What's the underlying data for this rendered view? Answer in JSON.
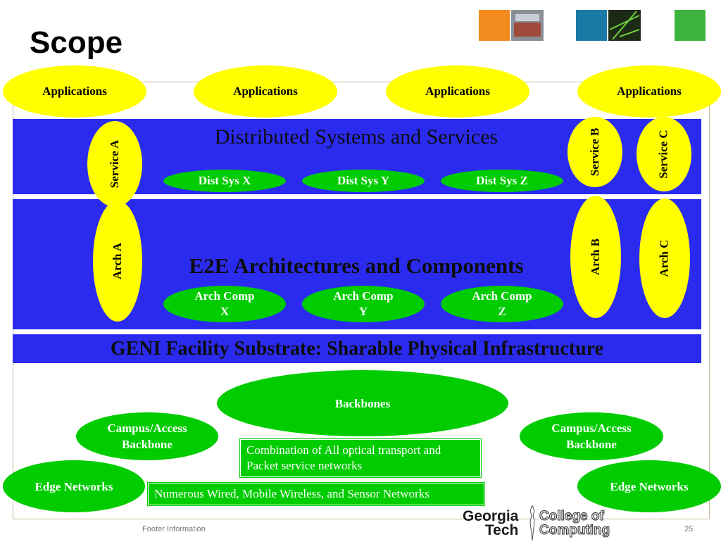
{
  "slide": {
    "title": "Scope",
    "footer": "Footer Information",
    "page_number": "25"
  },
  "applications": [
    "Applications",
    "Applications",
    "Applications",
    "Applications"
  ],
  "distributed": {
    "title": "Distributed Systems and Services",
    "services": [
      "Service A",
      "Service  B",
      "Service  C"
    ],
    "systems": [
      "Dist Sys X",
      "Dist Sys Y",
      "Dist Sys Z"
    ]
  },
  "e2e": {
    "title": "E2E Architectures and Components",
    "archs": [
      "Arch A",
      "Arch B",
      "Arch C"
    ],
    "comps": [
      {
        "line1": "Arch Comp",
        "line2": "X"
      },
      {
        "line1": "Arch Comp",
        "line2": "Y"
      },
      {
        "line1": "Arch Comp",
        "line2": "Z"
      }
    ]
  },
  "geni": {
    "title": "GENI Facility Substrate: Sharable Physical Infrastructure"
  },
  "substrate": {
    "backbones": "Backbones",
    "campus_left": {
      "line1": "Campus/Access",
      "line2": "Backbone"
    },
    "campus_right": {
      "line1": "Campus/Access",
      "line2": "Backbone"
    },
    "edge_left": "Edge Networks",
    "edge_right": "Edge Networks",
    "optical_box": {
      "line1": "Combination of All optical transport and",
      "line2": "Packet service networks"
    },
    "wireless_box": "Numerous Wired, Mobile Wireless, and Sensor Networks"
  },
  "logo": {
    "left_line1": "Georgia",
    "left_line2": "Tech",
    "right_line1": "College of",
    "right_line2": "Computing"
  },
  "colors": {
    "band_blue": "#2b2bf0",
    "ellipse_yellow": "#ffff00",
    "ellipse_green": "#00cc00"
  }
}
